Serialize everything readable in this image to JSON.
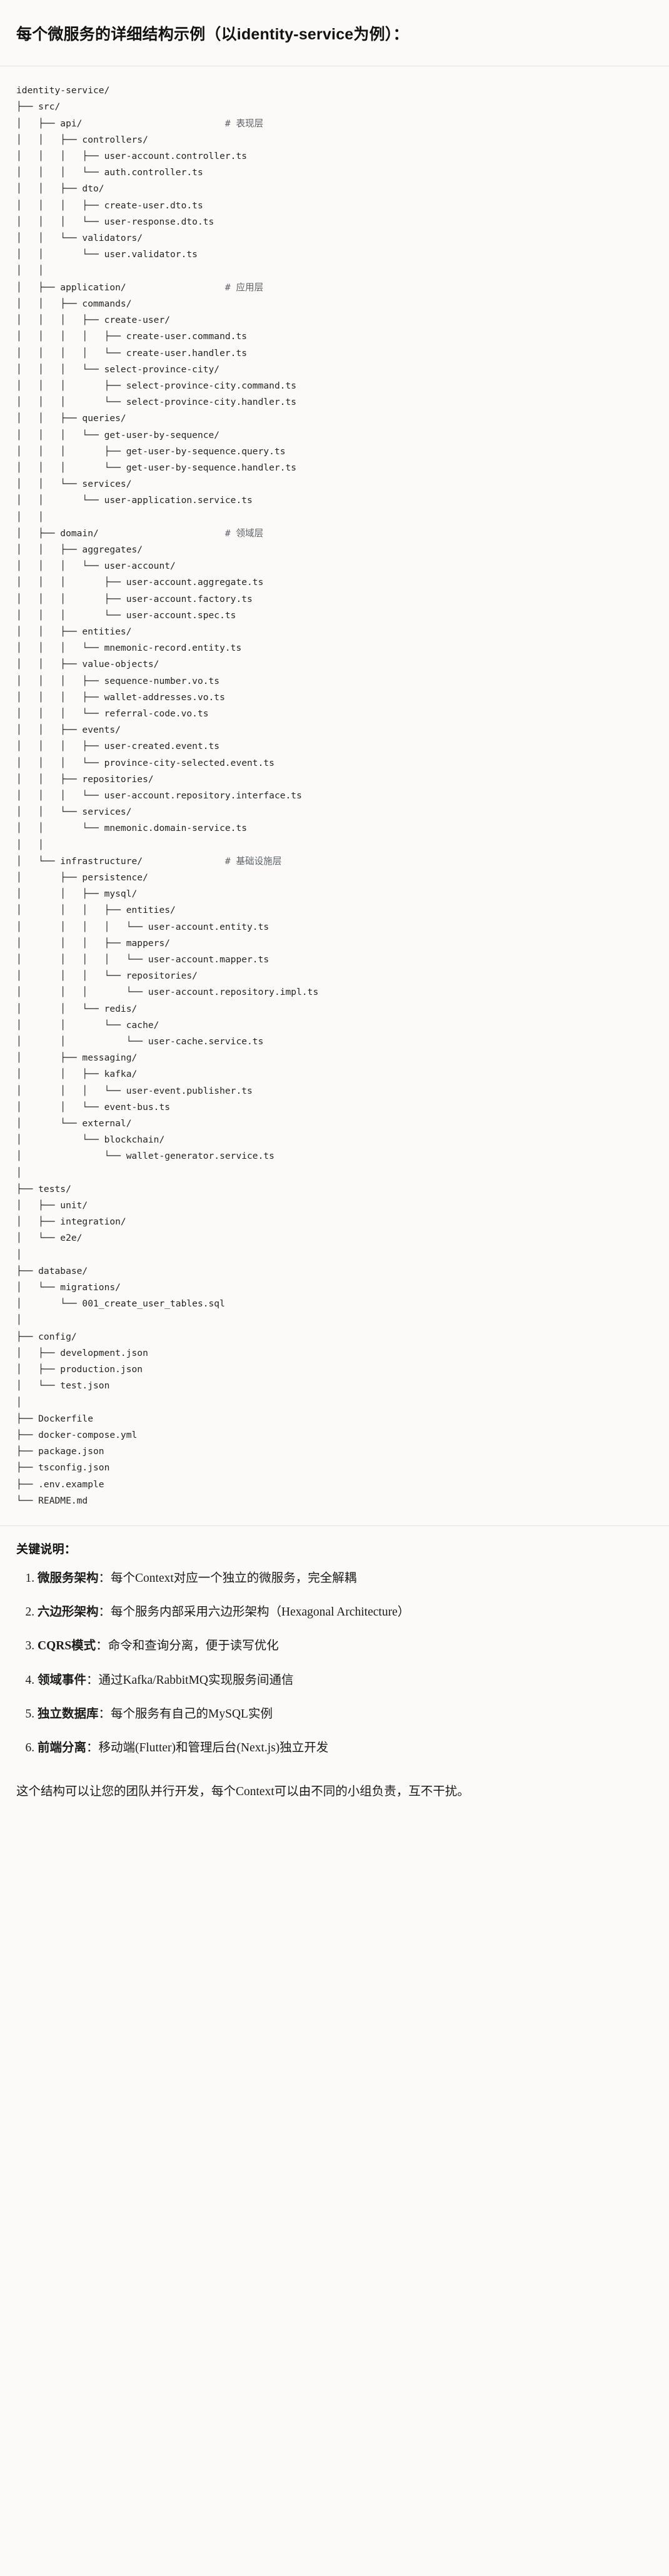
{
  "heading": "每个微服务的详细结构示例（以identity-service为例）：",
  "tree": {
    "root": "identity-service/",
    "lines": [
      "identity-service/",
      "├── src/",
      "│   ├── api/                          # 表现层",
      "│   │   ├── controllers/",
      "│   │   │   ├── user-account.controller.ts",
      "│   │   │   └── auth.controller.ts",
      "│   │   ├── dto/",
      "│   │   │   ├── create-user.dto.ts",
      "│   │   │   └── user-response.dto.ts",
      "│   │   └── validators/",
      "│   │       └── user.validator.ts",
      "│   │",
      "│   ├── application/                  # 应用层",
      "│   │   ├── commands/",
      "│   │   │   ├── create-user/",
      "│   │   │   │   ├── create-user.command.ts",
      "│   │   │   │   └── create-user.handler.ts",
      "│   │   │   └── select-province-city/",
      "│   │   │       ├── select-province-city.command.ts",
      "│   │   │       └── select-province-city.handler.ts",
      "│   │   ├── queries/",
      "│   │   │   └── get-user-by-sequence/",
      "│   │   │       ├── get-user-by-sequence.query.ts",
      "│   │   │       └── get-user-by-sequence.handler.ts",
      "│   │   └── services/",
      "│   │       └── user-application.service.ts",
      "│   │",
      "│   ├── domain/                       # 领域层",
      "│   │   ├── aggregates/",
      "│   │   │   └── user-account/",
      "│   │   │       ├── user-account.aggregate.ts",
      "│   │   │       ├── user-account.factory.ts",
      "│   │   │       └── user-account.spec.ts",
      "│   │   ├── entities/",
      "│   │   │   └── mnemonic-record.entity.ts",
      "│   │   ├── value-objects/",
      "│   │   │   ├── sequence-number.vo.ts",
      "│   │   │   ├── wallet-addresses.vo.ts",
      "│   │   │   └── referral-code.vo.ts",
      "│   │   ├── events/",
      "│   │   │   ├── user-created.event.ts",
      "│   │   │   └── province-city-selected.event.ts",
      "│   │   ├── repositories/",
      "│   │   │   └── user-account.repository.interface.ts",
      "│   │   └── services/",
      "│   │       └── mnemonic.domain-service.ts",
      "│   │",
      "│   └── infrastructure/               # 基础设施层",
      "│       ├── persistence/",
      "│       │   ├── mysql/",
      "│       │   │   ├── entities/",
      "│       │   │   │   └── user-account.entity.ts",
      "│       │   │   ├── mappers/",
      "│       │   │   │   └── user-account.mapper.ts",
      "│       │   │   └── repositories/",
      "│       │   │       └── user-account.repository.impl.ts",
      "│       │   └── redis/",
      "│       │       └── cache/",
      "│       │           └── user-cache.service.ts",
      "│       ├── messaging/",
      "│       │   ├── kafka/",
      "│       │   │   └── user-event.publisher.ts",
      "│       │   └── event-bus.ts",
      "│       └── external/",
      "│           └── blockchain/",
      "│               └── wallet-generator.service.ts",
      "│",
      "├── tests/",
      "│   ├── unit/",
      "│   ├── integration/",
      "│   └── e2e/",
      "│",
      "├── database/",
      "│   └── migrations/",
      "│       └── 001_create_user_tables.sql",
      "│",
      "├── config/",
      "│   ├── development.json",
      "│   ├── production.json",
      "│   └── test.json",
      "│",
      "├── Dockerfile",
      "├── docker-compose.yml",
      "├── package.json",
      "├── tsconfig.json",
      "├── .env.example",
      "└── README.md"
    ],
    "comments": [
      "# 表现层",
      "# 应用层",
      "# 领域层",
      "# 基础设施层"
    ]
  },
  "notes": {
    "title": "关键说明：",
    "items": [
      {
        "term": "微服务架构",
        "desc": "：每个Context对应一个独立的微服务，完全解耦"
      },
      {
        "term": "六边形架构",
        "desc": "：每个服务内部采用六边形架构（Hexagonal Architecture）"
      },
      {
        "term": "CQRS模式",
        "desc": "：命令和查询分离，便于读写优化"
      },
      {
        "term": "领域事件",
        "desc": "：通过Kafka/RabbitMQ实现服务间通信"
      },
      {
        "term": "独立数据库",
        "desc": "：每个服务有自己的MySQL实例"
      },
      {
        "term": "前端分离",
        "desc": "：移动端(Flutter)和管理后台(Next.js)独立开发"
      }
    ]
  },
  "closing": "这个结构可以让您的团队并行开发，每个Context可以由不同的小组负责，互不干扰。"
}
